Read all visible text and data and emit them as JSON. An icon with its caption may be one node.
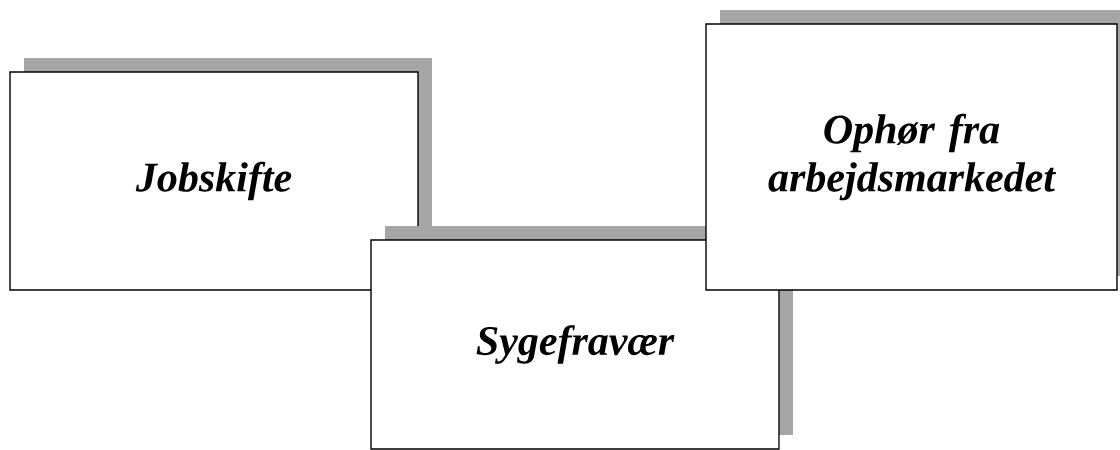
{
  "diagram": {
    "nodes": [
      {
        "text": [
          "Jobskifte"
        ]
      },
      {
        "text": [
          "Sygefravær"
        ]
      },
      {
        "text": [
          "Ophør fra arbejdsmarkedet"
        ]
      }
    ]
  }
}
